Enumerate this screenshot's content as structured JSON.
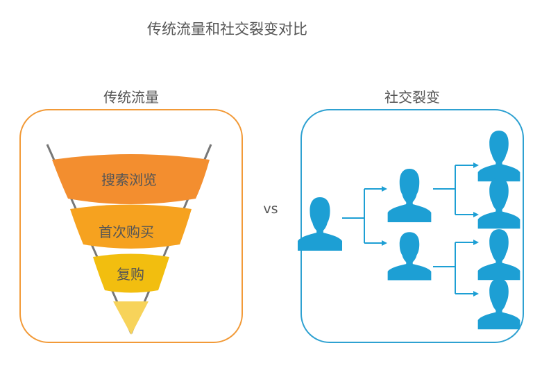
{
  "title": "传统流量和社交裂变对比",
  "left_panel": {
    "title": "传统流量",
    "stages": [
      "搜索浏览",
      "首次购买",
      "复购"
    ],
    "colors": {
      "border": "#F29A38",
      "stage_1": "#F38E2F",
      "stage_2": "#F6A21F",
      "stage_3": "#F2BE0F",
      "tip": "#F7D35A",
      "funnel_line": "#777777"
    }
  },
  "separator": "vs",
  "right_panel": {
    "title": "社交裂变",
    "icon": "person-icon",
    "levels": [
      1,
      2,
      4
    ],
    "colors": {
      "border": "#2EA1D1",
      "person": "#1D9FD4",
      "arrow": "#1D9FD4"
    }
  }
}
